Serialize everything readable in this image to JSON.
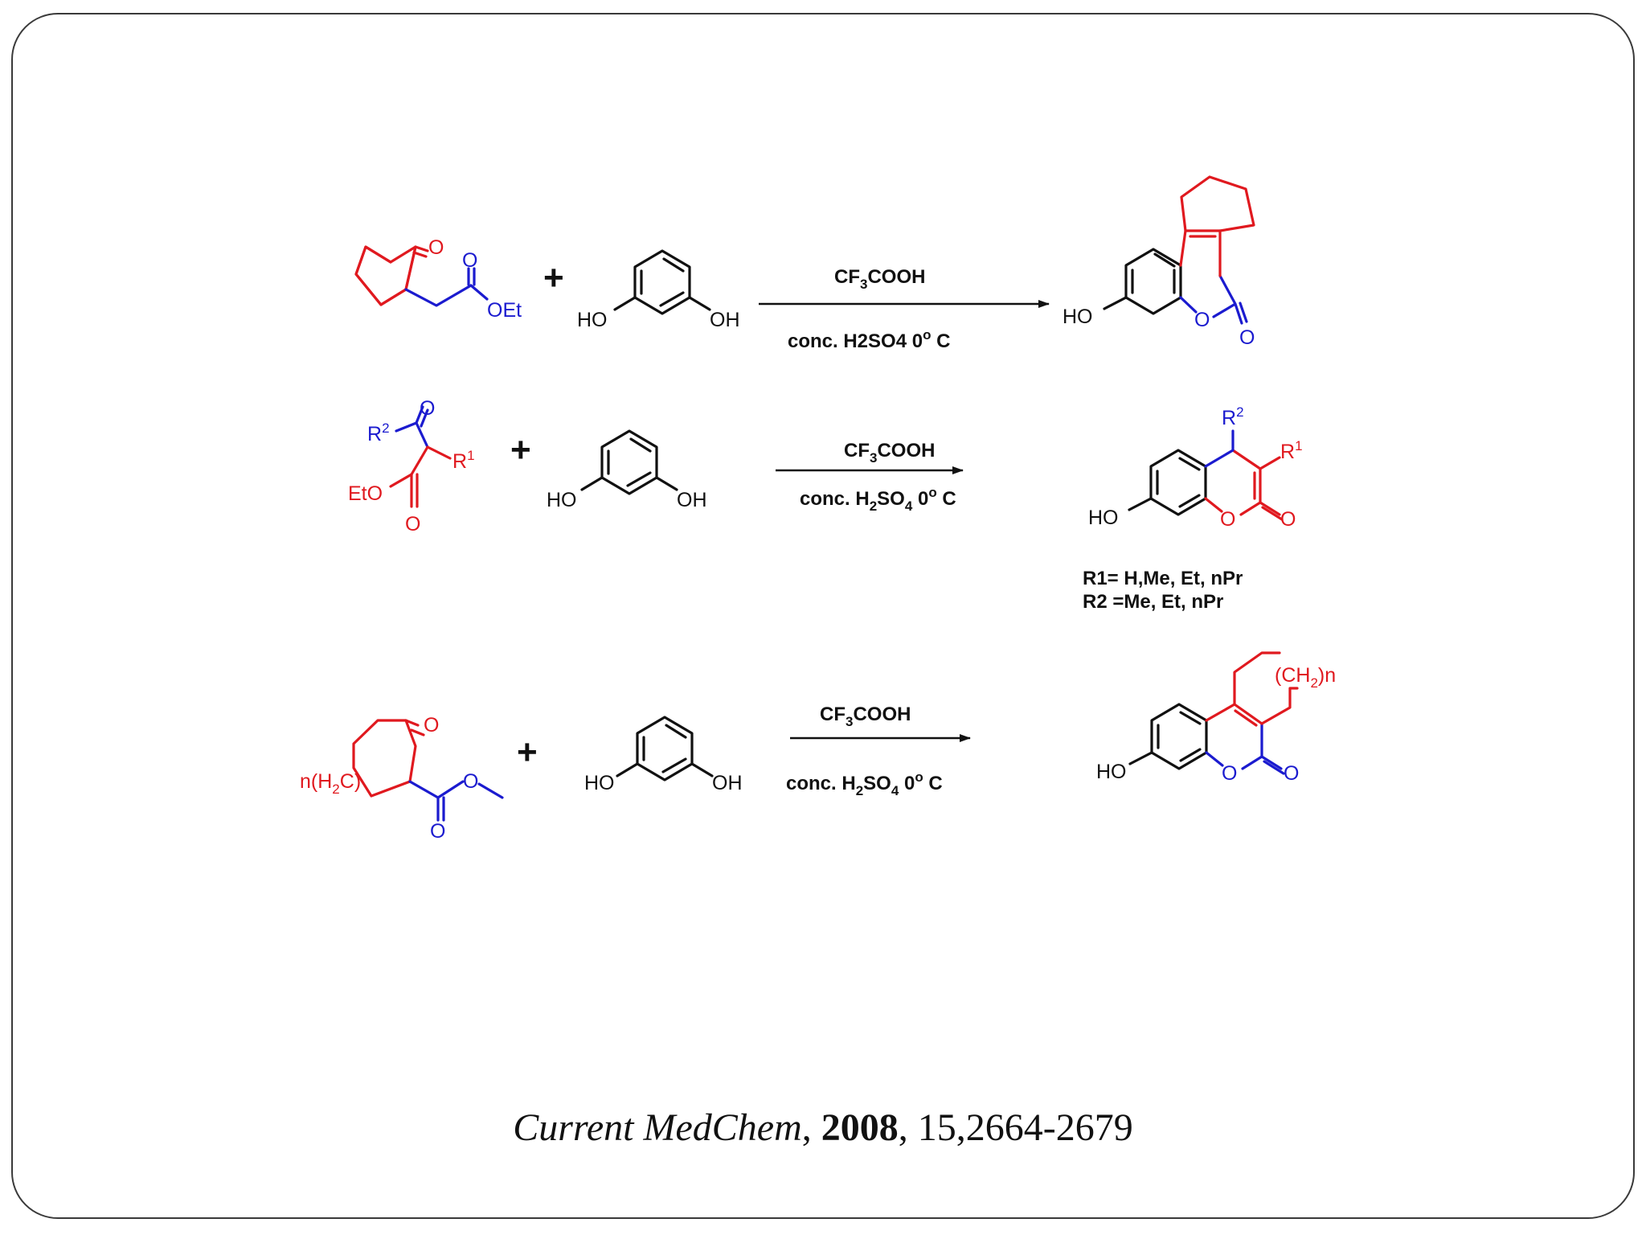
{
  "colors": {
    "red": "#e0191f",
    "blue": "#1b1bcf",
    "black": "#111111",
    "frame": "#3a3a3a"
  },
  "atoms": {
    "O": "O",
    "OEt": "OEt",
    "EtO": "EtO",
    "HO": "HO",
    "OH": "OH",
    "R": "R",
    "sup1": "1",
    "sup2": "2",
    "open_paren_CH": "(CH",
    "paren_n": ")n",
    "n_H": "n(H",
    "close_paren": ")",
    "C": "C",
    "sub2": "2"
  },
  "symbols": {
    "plus": "+"
  },
  "conditions": {
    "reagent_CF": "CF",
    "reagent_sub": "3",
    "reagent_COOH": "COOH",
    "acid_plain": "conc. H2SO4  0",
    "acid_prefix": "conc. H",
    "acid_sub1": "2",
    "acid_SO": "SO",
    "acid_sub2": "4",
    "acid_zero": "  0",
    "degree_sup": "o",
    "celsius": " C"
  },
  "notes": {
    "r1_values": "R1= H,Me, Et, nPr",
    "r2_values": "R2 =Me, Et, nPr"
  },
  "citation": {
    "journal": "Current MedChem",
    "sep1": ", ",
    "year": "2008",
    "sep2": ", ",
    "pages": "15,2664-2679"
  }
}
